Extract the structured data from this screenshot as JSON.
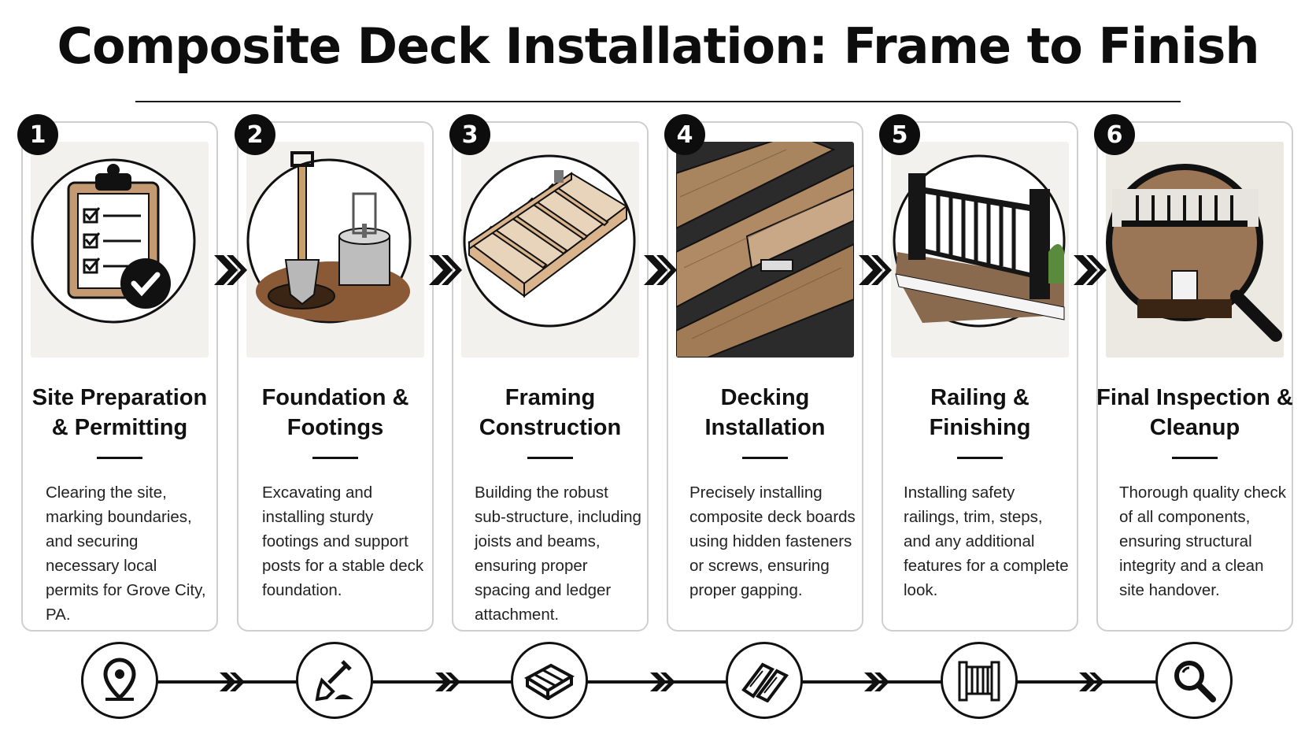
{
  "title": "Composite Deck Installation: Frame to Finish",
  "steps": [
    {
      "number": "1",
      "title": "Site Preparation & Permitting",
      "title_lines": [
        "Site Preparation",
        "& Permitting"
      ],
      "description": "Clearing the site, marking boundaries, and securing necessary local permits for Grove City, PA.",
      "illustration": "clipboard-checklist",
      "timeline_icon": "location-pin-icon"
    },
    {
      "number": "2",
      "title": "Foundation & Footings",
      "title_lines": [
        "Foundation &",
        "Footings"
      ],
      "description": "Excavating and installing sturdy footings and support posts for a stable deck foundation.",
      "illustration": "shovel-and-concrete-footing",
      "timeline_icon": "shovel-icon"
    },
    {
      "number": "3",
      "title": "Framing Construction",
      "title_lines": [
        "Framing",
        "Construction"
      ],
      "description": "Building the robust sub-structure, including joists and beams, ensuring proper spacing and ledger attachment.",
      "illustration": "deck-frame-joists",
      "timeline_icon": "frame-icon"
    },
    {
      "number": "4",
      "title": "Decking Installation",
      "title_lines": [
        "Decking",
        "Installation"
      ],
      "description": "Precisely installing composite deck boards using hidden fasteners or screws, ensuring proper gapping.",
      "illustration": "composite-boards-hidden-fastener",
      "timeline_icon": "boards-icon"
    },
    {
      "number": "5",
      "title": "Railing & Finishing",
      "title_lines": [
        "Railing &",
        "Finishing"
      ],
      "description": "Installing safety railings, trim, steps, and any additional features for a complete look.",
      "illustration": "black-railing",
      "timeline_icon": "railing-icon"
    },
    {
      "number": "6",
      "title": "Final Inspection & Cleanup",
      "title_lines": [
        "Final Inspection &",
        "Cleanup"
      ],
      "description": "Thorough quality check of all components, ensuring structural integrity and a clean site handover.",
      "illustration": "magnifying-glass-over-deck",
      "timeline_icon": "magnifier-icon"
    }
  ],
  "colors": {
    "ink": "#111111",
    "wood": "#b08a64",
    "wood_light": "#c9a888",
    "card_border": "#cfcfcf",
    "illustration_bg": "#f3f1ee"
  }
}
